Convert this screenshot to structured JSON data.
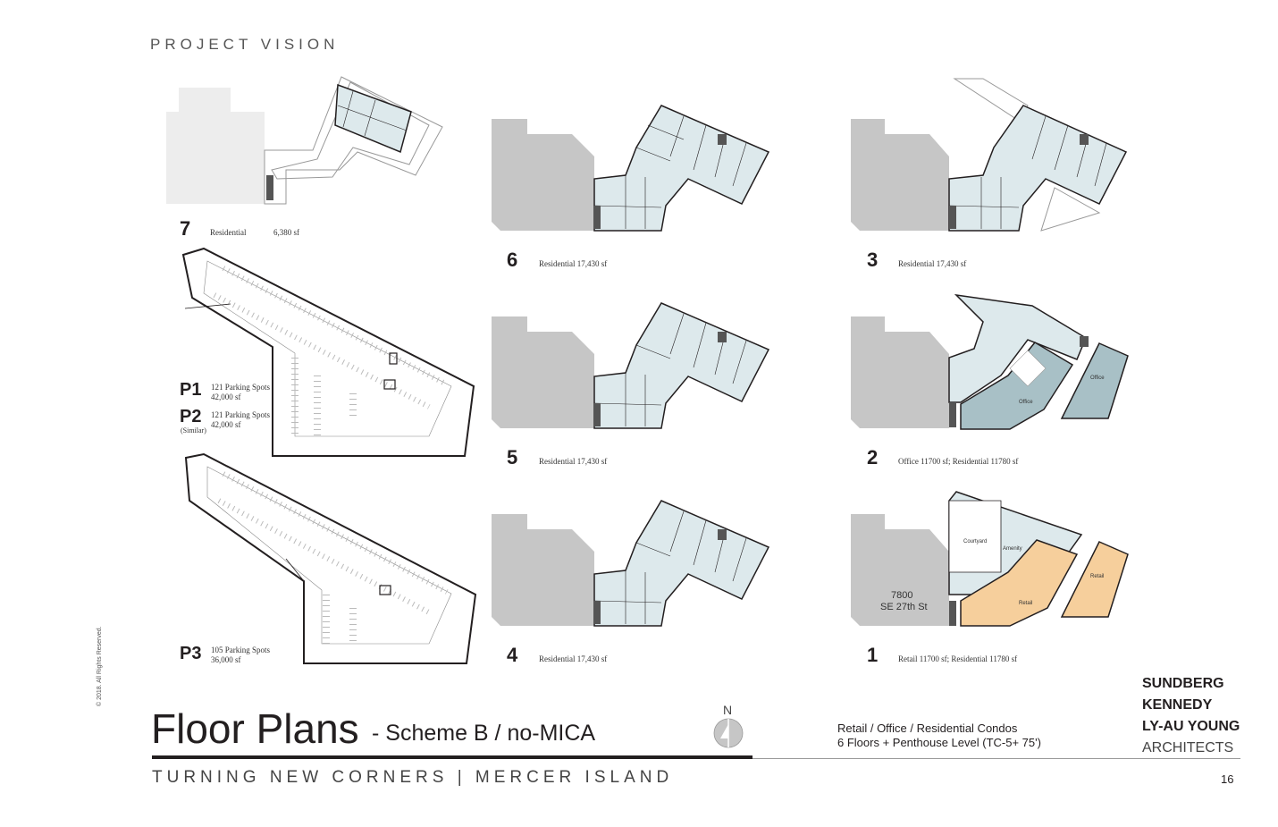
{
  "section_label": "PROJECT VISION",
  "levels": [
    {
      "id": "7",
      "number": "7",
      "use": "Residential",
      "area": "6,380 sf"
    },
    {
      "id": "6",
      "number": "6",
      "use": "Residential 17,430 sf"
    },
    {
      "id": "5",
      "number": "5",
      "use": "Residential 17,430 sf"
    },
    {
      "id": "4",
      "number": "4",
      "use": "Residential 17,430 sf"
    },
    {
      "id": "3",
      "number": "3",
      "use": "Residential 17,430 sf"
    },
    {
      "id": "2",
      "number": "2",
      "use": "Office 11700 sf; Residential 11780 sf"
    },
    {
      "id": "1",
      "number": "1",
      "use": "Retail 11700 sf; Residential 11780 sf"
    }
  ],
  "parking": {
    "p1": {
      "label": "P1",
      "spots": "121 Parking Spots",
      "area": "42,000 sf"
    },
    "p2": {
      "label": "P2",
      "spots": "121 Parking Spots",
      "area": "42,000 sf",
      "note": "(Similar)"
    },
    "p3": {
      "label": "P3",
      "spots": "105 Parking Spots",
      "area": "36,000 sf"
    }
  },
  "plan_labels": {
    "office": "Office",
    "retail": "Retail",
    "courtyard": "Courtyard",
    "amenity": "Amenity",
    "address_line1": "7800",
    "address_line2": "SE 27th St"
  },
  "title": "Floor Plans",
  "subtitle": "- Scheme B / no-MICA",
  "uses_line1": "Retail / Office / Residential Condos",
  "uses_line2": "6 Floors + Penthouse Level (TC-5+  75')",
  "north_label": "N",
  "project_name": "TURNING NEW CORNERS  |  MERCER ISLAND",
  "page_number": "16",
  "copyright": "© 2018. All Rights Reserved.",
  "firm": [
    "SUNDBERG",
    "KENNEDY",
    "LY-AU YOUNG",
    "ARCHITECTS"
  ],
  "colors": {
    "unit_fill": "#dde9ec",
    "existing_building": "#c6c6c6",
    "level7_existing": "#ededed",
    "office": "#a8c0c6",
    "retail": "#f6cf9c",
    "outline": "#231f20"
  }
}
